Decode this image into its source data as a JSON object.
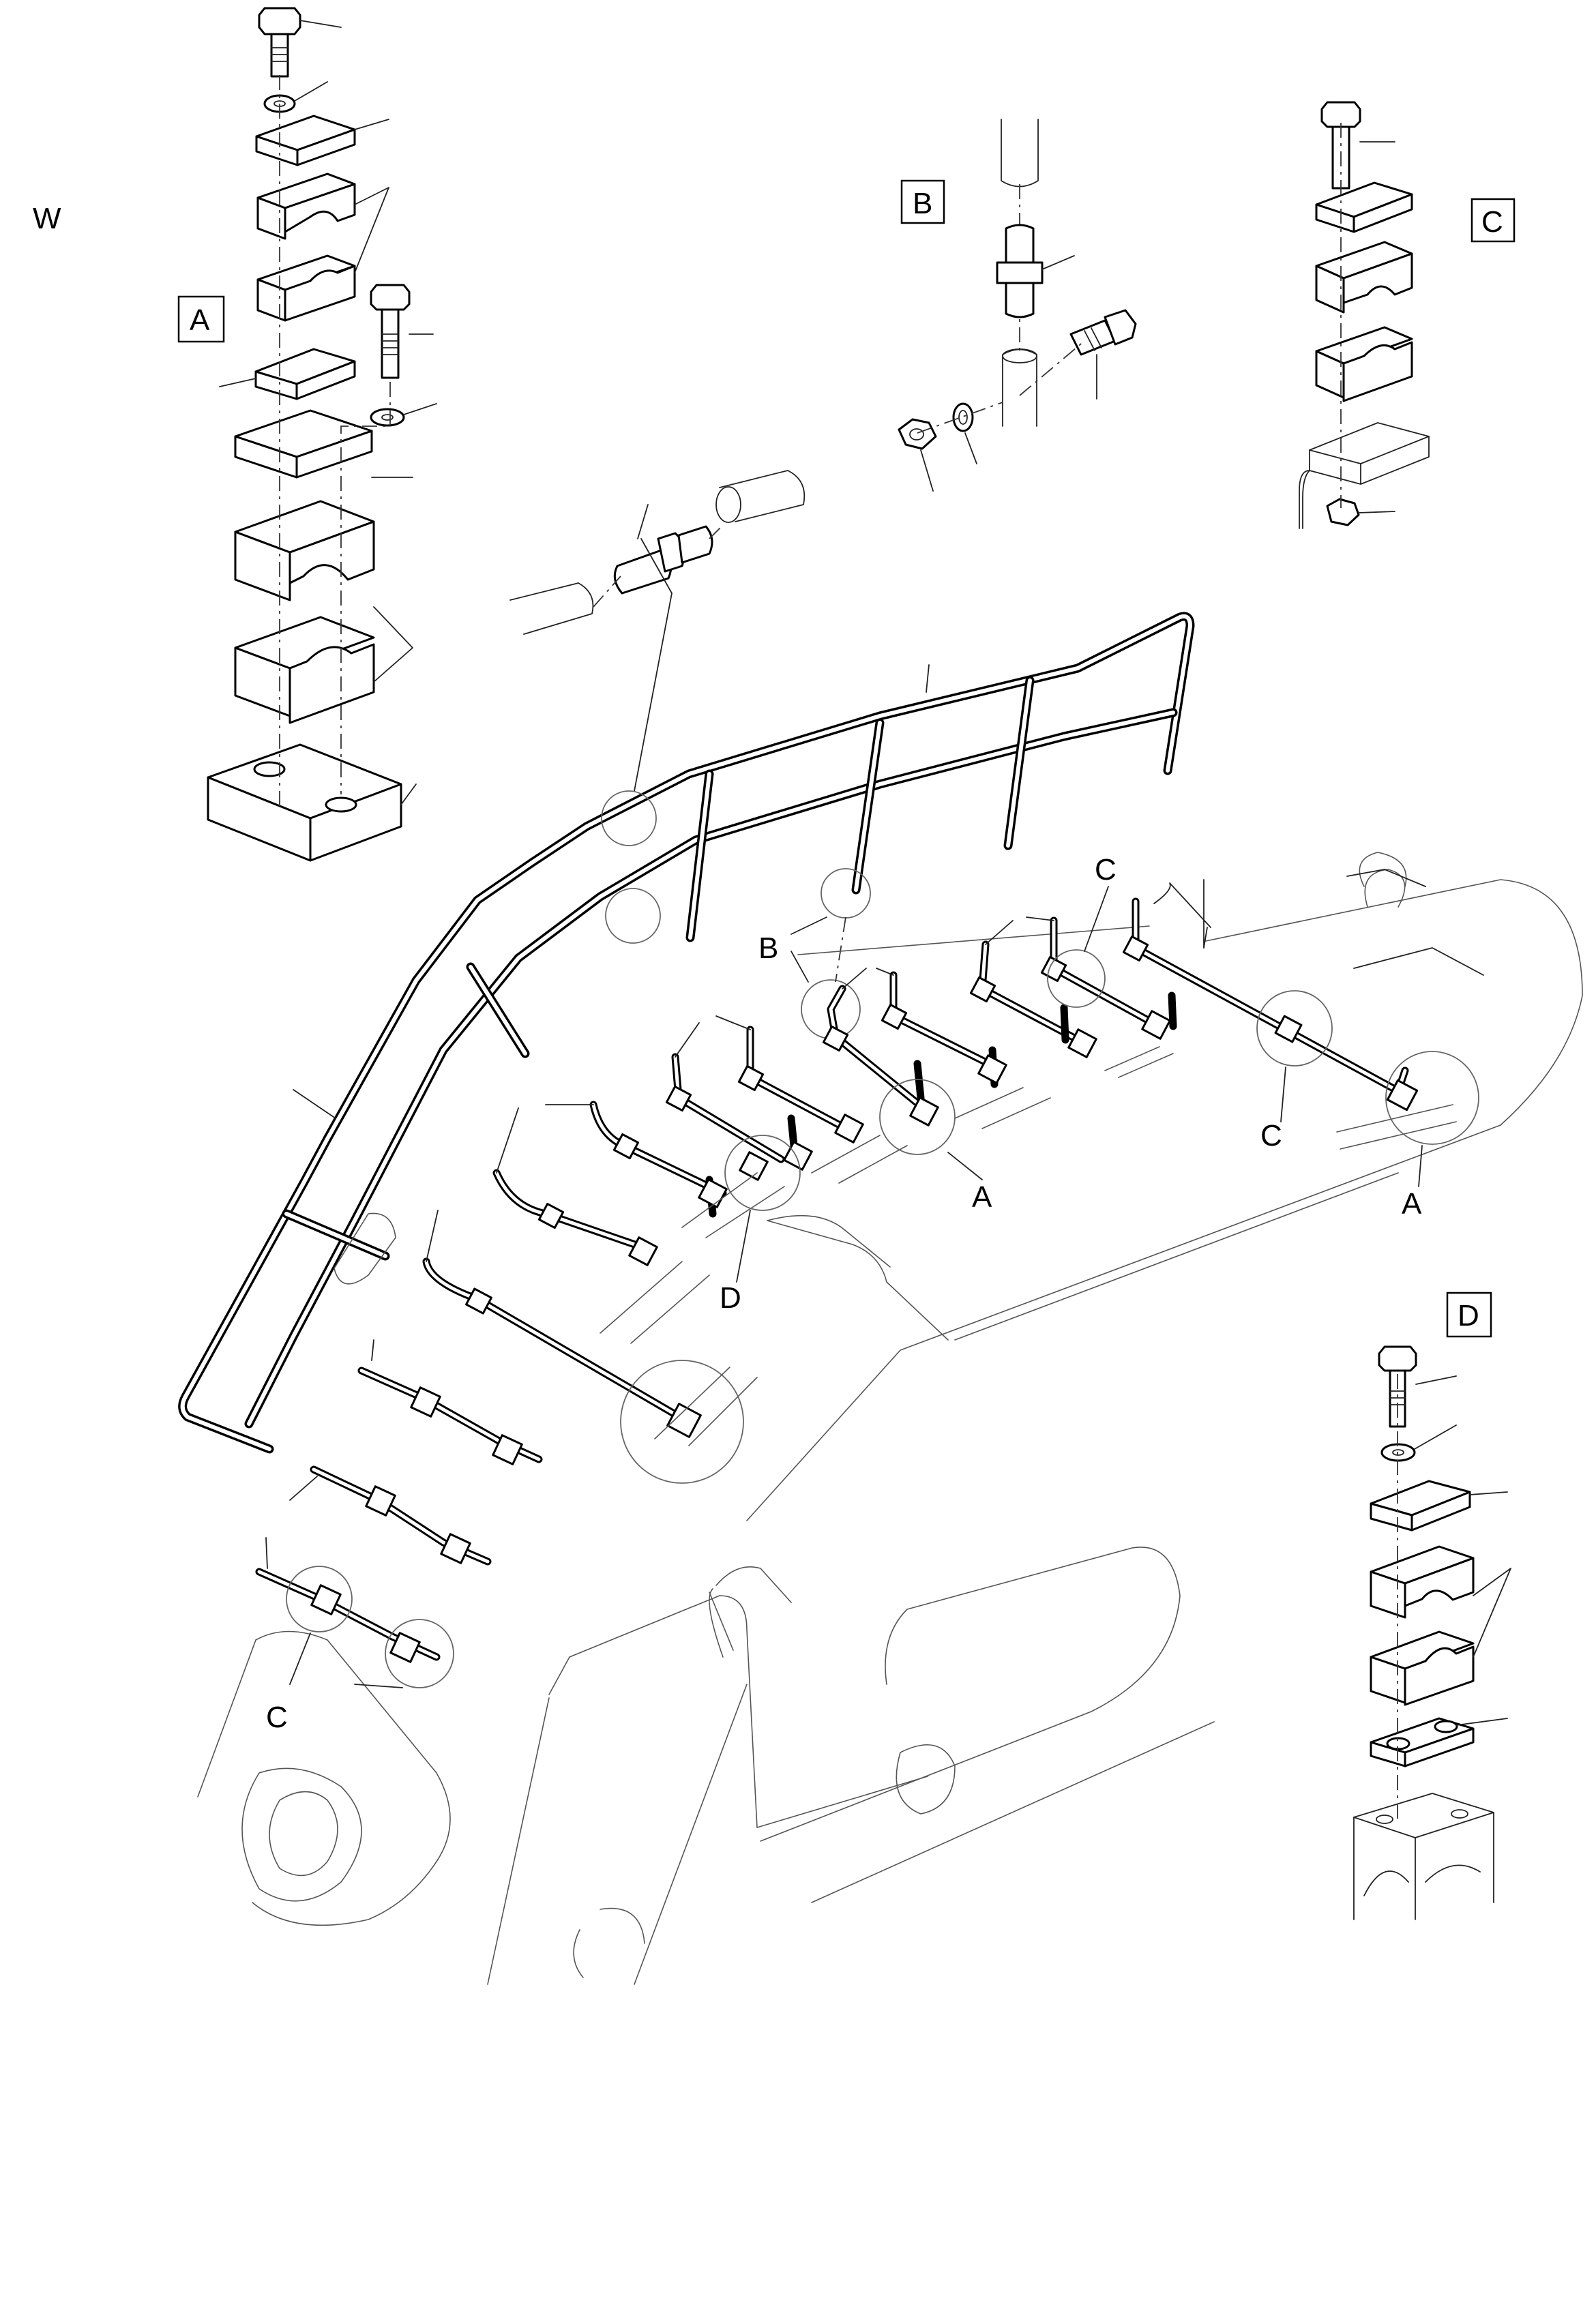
{
  "sheet": {
    "corner_mark": "W"
  },
  "views": {
    "A": {
      "label": "A"
    },
    "B": {
      "label": "B"
    },
    "C": {
      "label": "C"
    },
    "D": {
      "label": "D"
    }
  },
  "callouts": {
    "B_main": "B",
    "C_upper": "C",
    "C_right": "C",
    "A_center": "A",
    "A_right": "A",
    "D_center": "D",
    "C_lower": "C"
  }
}
